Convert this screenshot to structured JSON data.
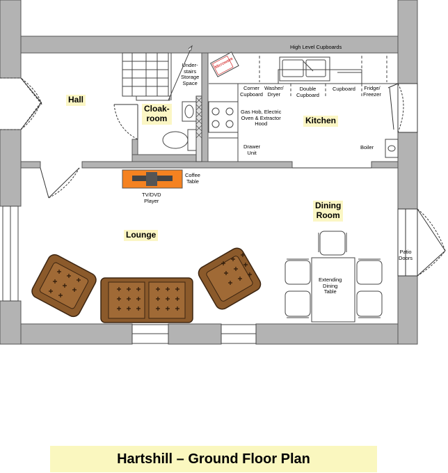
{
  "title": "Hartshill – Ground Floor Plan",
  "colors": {
    "wall": "#b3b3b3",
    "furniture": "#8b5a2b",
    "coffee_table": "#f58220",
    "label_bg": "#fbf6c4",
    "title_bg": "#faf7bf"
  },
  "rooms": {
    "hall": "Hall",
    "cloakroom_1": "Cloak-",
    "cloakroom_2": "room",
    "kitchen": "Kitchen",
    "lounge": "Lounge",
    "dining_1": "Dining",
    "dining_2": "Room"
  },
  "labels": {
    "understairs_1": "Under-",
    "understairs_2": "stairs",
    "understairs_3": "Storage",
    "understairs_4": "Space",
    "high_level": "High Level Cupboards",
    "microwave": "Microwave",
    "corner_1": "Corner",
    "corner_2": "Cupboard",
    "washer_1": "Washer/",
    "washer_2": "Dryer",
    "double_1": "Double",
    "double_2": "Cupboard",
    "cupboard": "Cupboard",
    "fridge_1": "Fridge/",
    "fridge_2": "Freezer",
    "hob_1": "Gas Hob, Electric",
    "hob_2": "Oven & Extractor",
    "hob_3": "Hood",
    "drawer_1": "Drawer",
    "drawer_2": "Unit",
    "boiler": "Boiler",
    "coffee_1": "Coffee",
    "coffee_2": "Table",
    "tv_1": "TV/DVD",
    "tv_2": "Player",
    "patio_1": "Patio",
    "patio_2": "Doors",
    "table_1": "Extending",
    "table_2": "Dining",
    "table_3": "Table"
  }
}
